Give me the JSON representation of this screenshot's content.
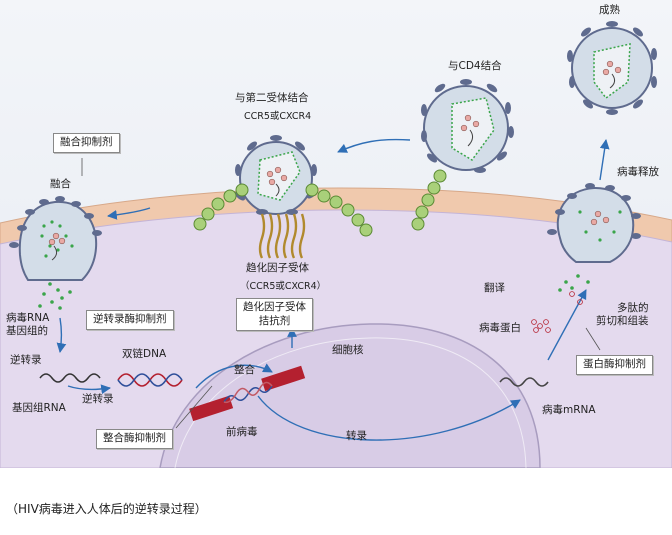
{
  "labels": {
    "mature": "成熟",
    "cd4_binding": "与CD4结合",
    "second_receptor_binding": "与第二受体结合",
    "ccr5_cxcr4": "CCR5或CXCR4",
    "fusion": "融合",
    "virus_release": "病毒释放",
    "chemokine_receptor": "趋化因子受体",
    "chemokine_receptor_sub": "（CCR5或CXCR4）",
    "viral_rna_genome": "病毒RNA\n基因组的",
    "reverse_transcription": "逆转录",
    "double_stranded_dna": "双链DNA",
    "genomic_rna": "基因组RNA",
    "reverse_transcription_2": "逆转录",
    "integration": "整合",
    "nucleus": "细胞核",
    "provirus": "前病毒",
    "transcription": "转录",
    "translation": "翻译",
    "viral_protein": "病毒蛋白",
    "viral_mrna": "病毒mRNA",
    "polypeptide_cleavage": "多肽的\n剪切和组装"
  },
  "inhibitors": {
    "fusion_inhibitor": "融合抑制剂",
    "rt_inhibitor": "逆转录酶抑制剂",
    "chemokine_antagonist": "趋化因子受体\n拮抗剂",
    "integrase_inhibitor": "整合酶抑制剂",
    "protease_inhibitor": "蛋白酶抑制剂"
  },
  "caption": "（HIV病毒进入人体后的逆转录过程）",
  "colors": {
    "cytoplasm": "#e4daee",
    "membrane": "#f0c9ad",
    "nucleus": "#d8cce6",
    "background": "#eef1f6",
    "virion_fill": "#d3dde8",
    "virion_spike": "#5f6b8e",
    "rna_green": "#3aa54a",
    "receptor_green": "#a9d07a",
    "dna_red": "#b4202f",
    "arrow_blue": "#2f6fb6"
  }
}
